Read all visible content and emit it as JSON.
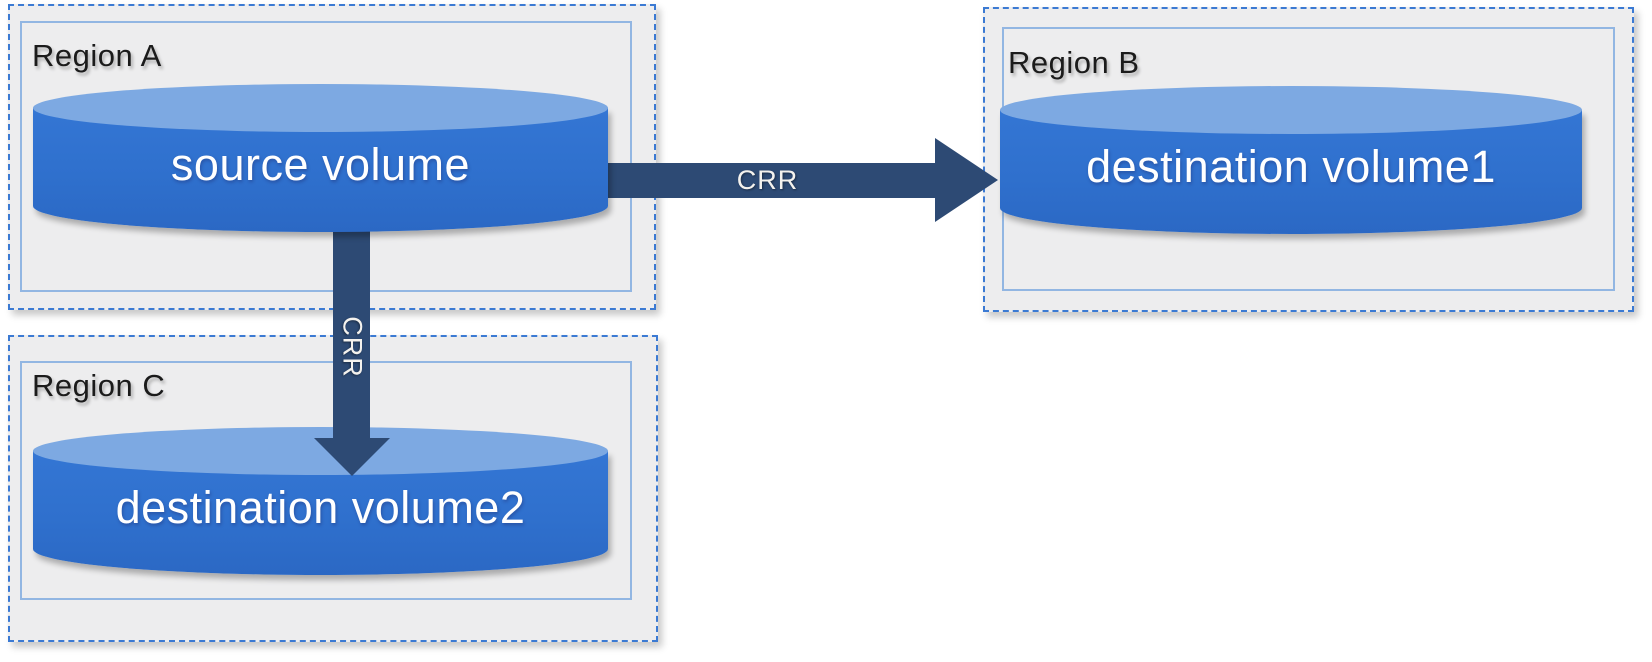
{
  "diagram": {
    "regions": [
      {
        "label": "Region A",
        "volume_label": "source volume"
      },
      {
        "label": "Region B",
        "volume_label": "destination volume1"
      },
      {
        "label": "Region C",
        "volume_label": "destination volume2"
      }
    ],
    "arrows": [
      {
        "label": "CRR",
        "direction": "horizontal",
        "from": "source volume",
        "to": "destination volume1"
      },
      {
        "label": "CRR",
        "direction": "vertical",
        "from": "source volume",
        "to": "destination volume2"
      }
    ],
    "colors": {
      "cylinder_body": "#2f70cd",
      "cylinder_top": "#7da9e2",
      "arrow": "#2d4a74",
      "region_background": "#ededee",
      "region_border_dashed": "#3b7ad3",
      "region_border_inner": "#92b6e2",
      "region_label_text": "#1b1b1b",
      "cylinder_label_text": "#ffffff"
    }
  }
}
